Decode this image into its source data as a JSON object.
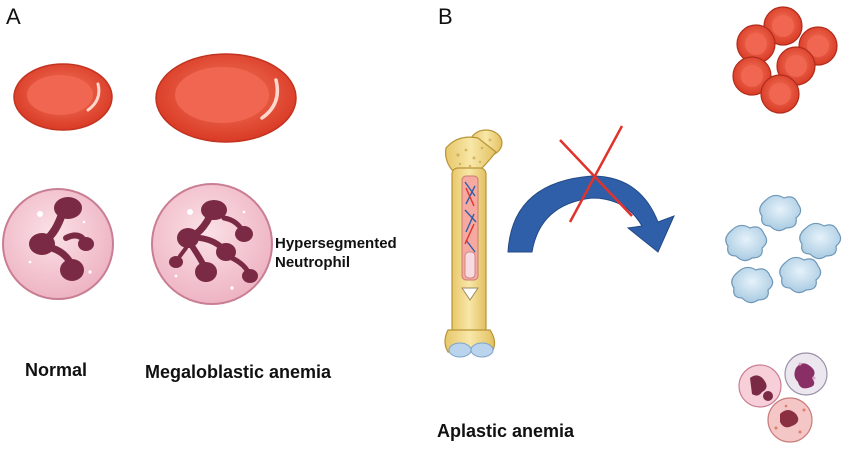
{
  "panels": {
    "a": {
      "letter": "A"
    },
    "b": {
      "letter": "B"
    }
  },
  "labels": {
    "normal": "Normal",
    "megaloblastic": "Megaloblastic anemia",
    "hyperseg_line1": "Hypersegmented",
    "hyperseg_line2": "Neutrophil",
    "aplastic": "Aplastic anemia"
  },
  "icons": {
    "rbc": "red-blood-cell-icon",
    "neutrophil": "neutrophil-icon",
    "bone": "femur-bone-icon",
    "arrow": "curved-arrow-icon",
    "cross": "red-x-icon",
    "platelet": "platelet-icon",
    "leukocyte": "white-blood-cell-icon"
  },
  "colors": {
    "rbc_fill": "#e8442e",
    "rbc_center": "#f06b52",
    "neutrophil_cytoplasm": "#f6c9d4",
    "nucleus": "#7a2a44",
    "arrow": "#2f5fa8",
    "cross": "#e0332b",
    "platelet": "#bcd7ea",
    "bone": "#f1dc96"
  }
}
